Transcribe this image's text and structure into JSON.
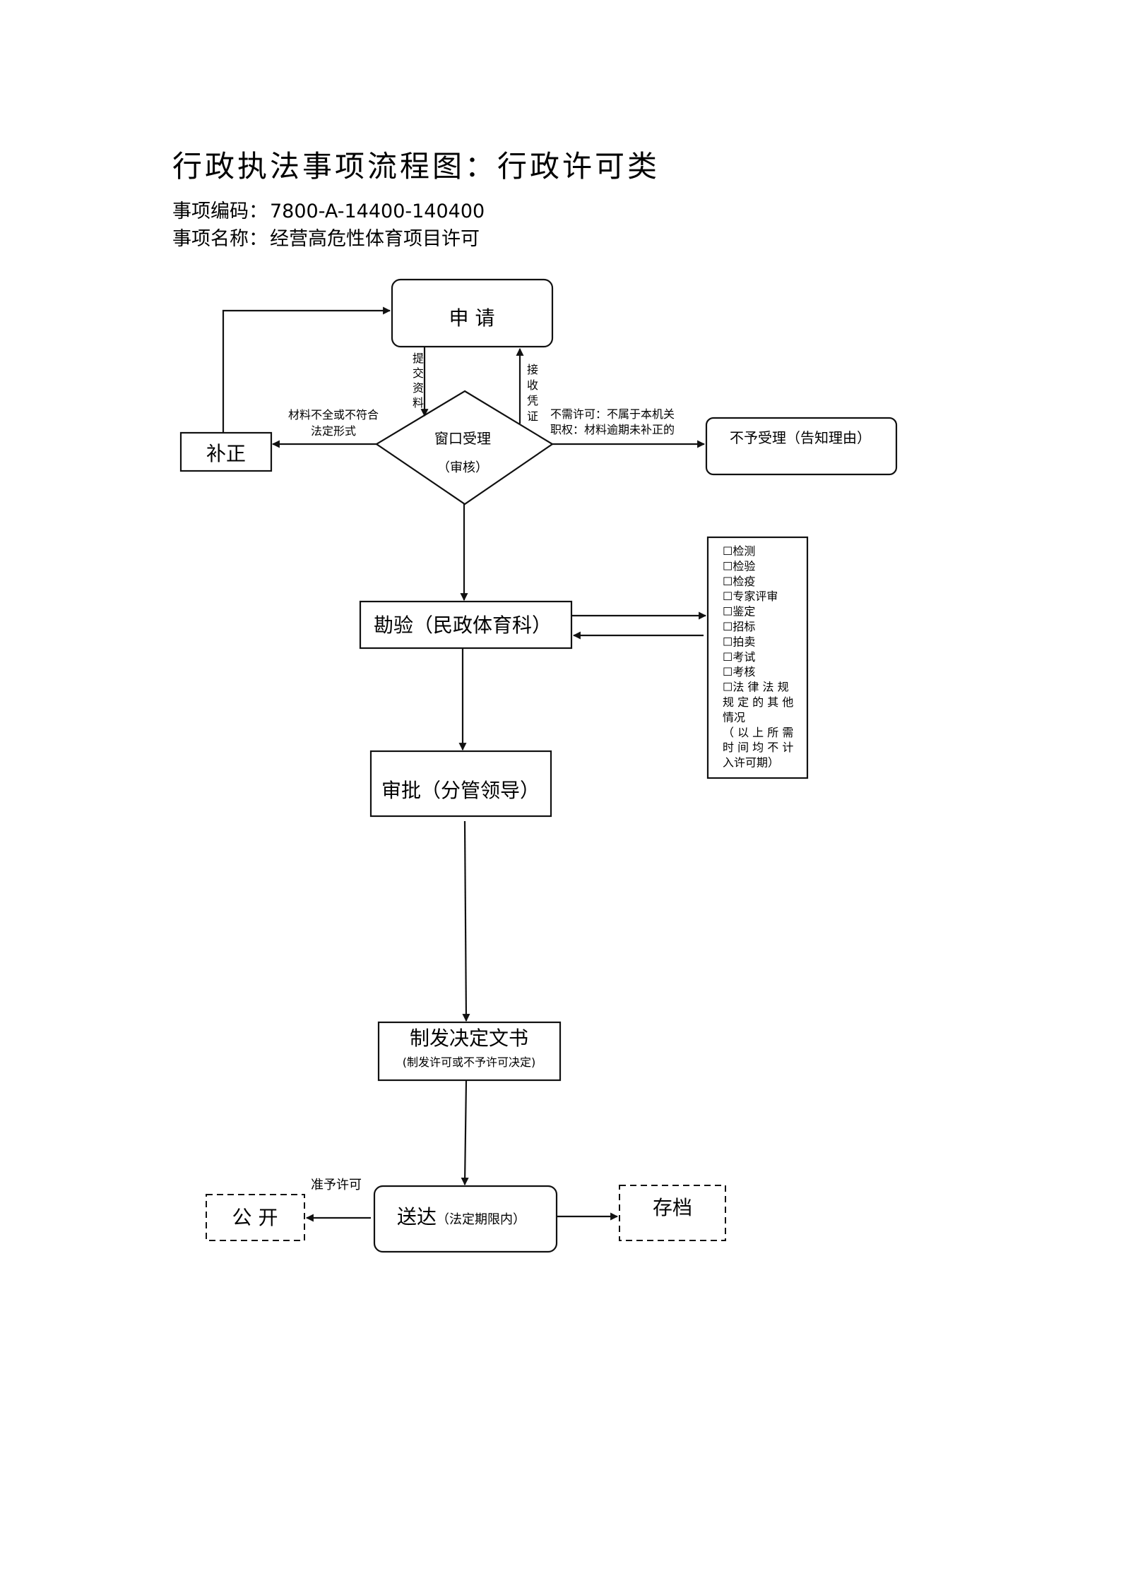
{
  "header": {
    "title": "行政执法事项流程图：行政许可类",
    "code_label": "事项编码：",
    "code_value": "7800-A-14400-140400",
    "name_label": "事项名称：",
    "name_value": "经营高危性体育项目许可"
  },
  "nodes": {
    "apply": "申  请",
    "window_accept_line1": "窗口受理",
    "window_accept_line2": "（审核）",
    "supplement": "补正",
    "reject": "不予受理（告知理由）",
    "inspect": "勘验（民政体育科）",
    "approve": "审批（分管领导）",
    "decision_line1": "制发决定文书",
    "decision_line2": "(制发许可或不予许可决定)",
    "deliver_main": "送达",
    "deliver_sub": "（法定期限内）",
    "publish": "公  开",
    "archive": "存档"
  },
  "edge_labels": {
    "submit": [
      "提",
      "交",
      "资",
      "料"
    ],
    "receipt": [
      "接",
      "收",
      "凭",
      "证"
    ],
    "incomplete_line1": "材料不全或不符合",
    "incomplete_line2": "法定形式",
    "reject_line1": "不需许可：不属于本机关",
    "reject_line2": "职权：材料逾期未补正的",
    "grant": "准予许可"
  },
  "checklist": {
    "items": [
      "☐检测",
      "☐检验",
      "☐检疫",
      "☐专家评审",
      "☐鉴定",
      "☐招标",
      "☐拍卖",
      "☐考试",
      "☐考核",
      "☐法 律 法 规",
      "规 定 的 其 他",
      "情况",
      "（ 以 上 所 需",
      "时 间 均 不 计",
      "入许可期）"
    ]
  }
}
